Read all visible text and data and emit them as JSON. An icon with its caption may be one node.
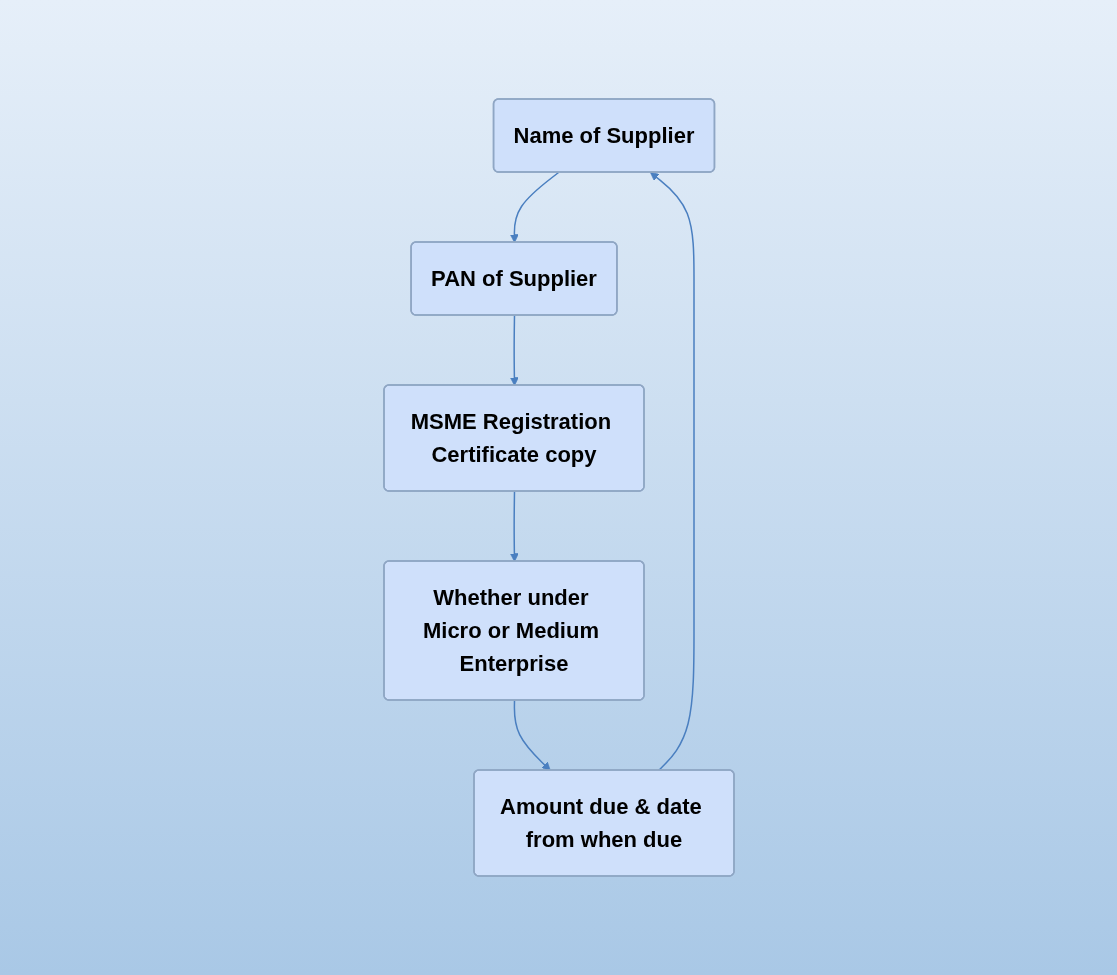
{
  "diagram": {
    "nodes": [
      {
        "text": [
          "Name of Supplier"
        ]
      },
      {
        "text": [
          "PAN of Supplier"
        ]
      },
      {
        "text": [
          "MSME Registration Certificate copy"
        ]
      },
      {
        "text": [
          "Whether under Micro or Medium Enterprise"
        ]
      },
      {
        "text": [
          "Amount due & date from when due"
        ]
      }
    ],
    "edges": [
      {
        "from": 0,
        "to": 1,
        "arrow": "to"
      },
      {
        "from": 1,
        "to": 2,
        "arrow": "to"
      },
      {
        "from": 2,
        "to": 3,
        "arrow": "to"
      },
      {
        "from": 3,
        "to": 4,
        "arrow": "to"
      },
      {
        "from": 4,
        "to": 0,
        "arrow": "to"
      }
    ]
  }
}
